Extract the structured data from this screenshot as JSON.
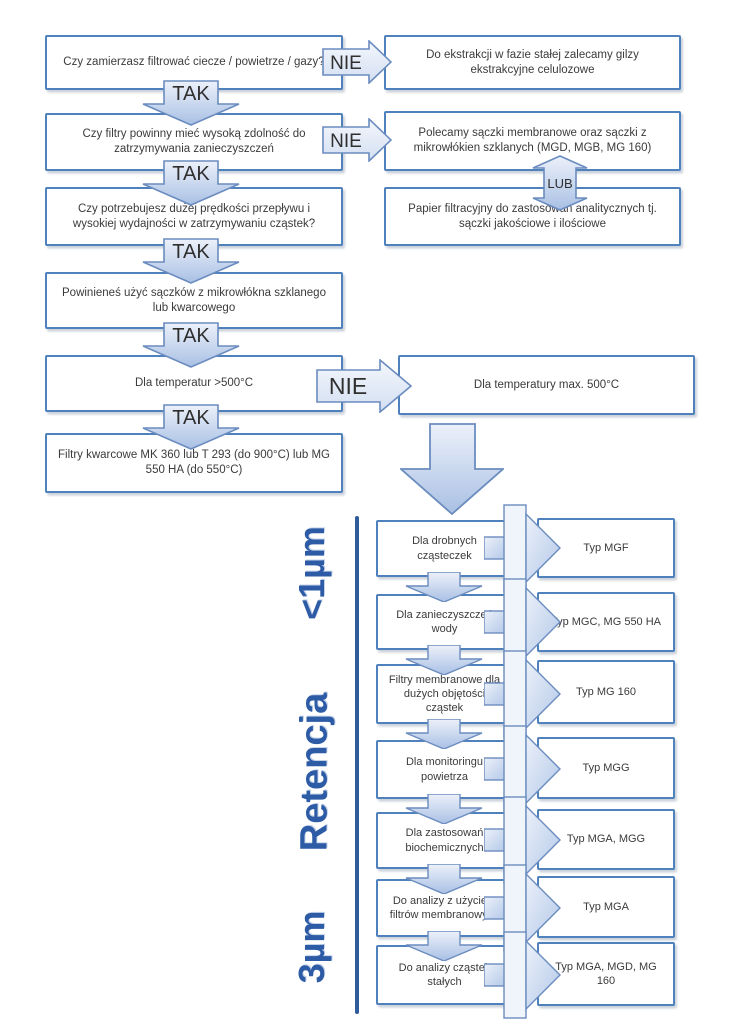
{
  "labels": {
    "yes": "TAK",
    "no": "NIE",
    "or": "LUB"
  },
  "flow": {
    "q1": "Czy zamierzasz filtrować ciecze / powietrze / gazy?",
    "r1": "Do ekstrakcji w fazie stałej zalecamy gilzy ekstrakcyjne celulozowe",
    "q2": "Czy filtry powinny mieć wysoką zdolność do zatrzymywania zanieczyszczeń",
    "r2": "Polecamy sączki membranowe oraz sączki z mikrowłókien szklanych (MGD, MGB, MG 160)",
    "r2b": "Papier filtracyjny do zastosowań analitycznych tj. sączki jakościowe i ilościowe",
    "q3": "Czy potrzebujesz dużej prędkości przepływu i wysokiej wydajności w zatrzymywaniu cząstek?",
    "s4": "Powinieneś użyć sączków z mikrowłókna szklanego lub kwarcowego",
    "q5": "Dla temperatur >500°C",
    "r5": "Dla temperatury max. 500°C",
    "s6": "Filtry kwarcowe MK 360 lub T 293 (do 900°C) lub MG 550 HA (do 550°C)"
  },
  "retention": {
    "axis": "Retencja",
    "top": "<1µm",
    "bottom": "3µm",
    "rows": [
      {
        "use": "Dla drobnych cząsteczek",
        "type": "Typ MGF"
      },
      {
        "use": "Dla zanieczyszczeń wody",
        "type": "Typ MGC, MG 550 HA"
      },
      {
        "use": "Filtry membranowe dla dużych objętości cząstek",
        "type": "Typ MG 160"
      },
      {
        "use": "Dla monitoringu powietrza",
        "type": "Typ MGG"
      },
      {
        "use": "Dla zastosowań biochemicznych",
        "type": "Typ MGA, MGG"
      },
      {
        "use": "Do analizy z użyciem filtrów membranowych",
        "type": "Typ MGA"
      },
      {
        "use": "Do analizy cząstek stałych",
        "type": "Typ MGA, MGD, MG 160"
      }
    ]
  },
  "colors": {
    "box_border": "#4f81bd",
    "arrow_stroke": "#6b8cbf",
    "arrow_fill_light": "#e9effa",
    "arrow_fill_dark": "#a9c0e4",
    "side_label": "#2d5ba6",
    "axis_line": "#2f5c9a",
    "text": "#3b3b3b"
  }
}
